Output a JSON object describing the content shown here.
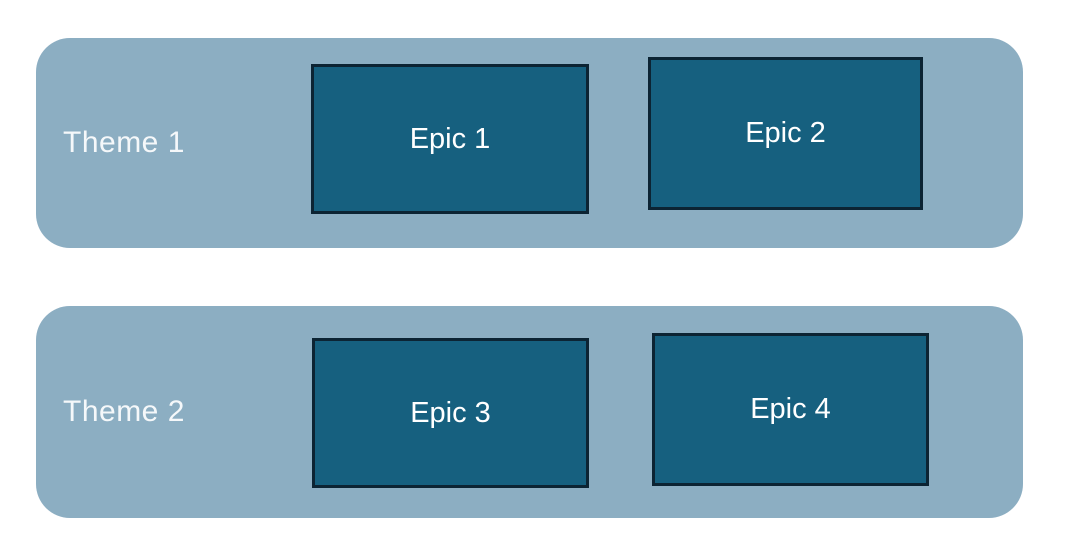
{
  "colors": {
    "canvas_bg": "#FFFFFF",
    "theme_fill": "#8CAEC2",
    "theme_text": "#F5F8FA",
    "epic_fill": "#16607F",
    "epic_border": "#0C2433",
    "epic_text": "#FFFFFF"
  },
  "themes": [
    {
      "label": "Theme 1",
      "epics": [
        {
          "label": "Epic 1"
        },
        {
          "label": "Epic 2"
        }
      ]
    },
    {
      "label": "Theme 2",
      "epics": [
        {
          "label": "Epic 3"
        },
        {
          "label": "Epic 4"
        }
      ]
    }
  ]
}
